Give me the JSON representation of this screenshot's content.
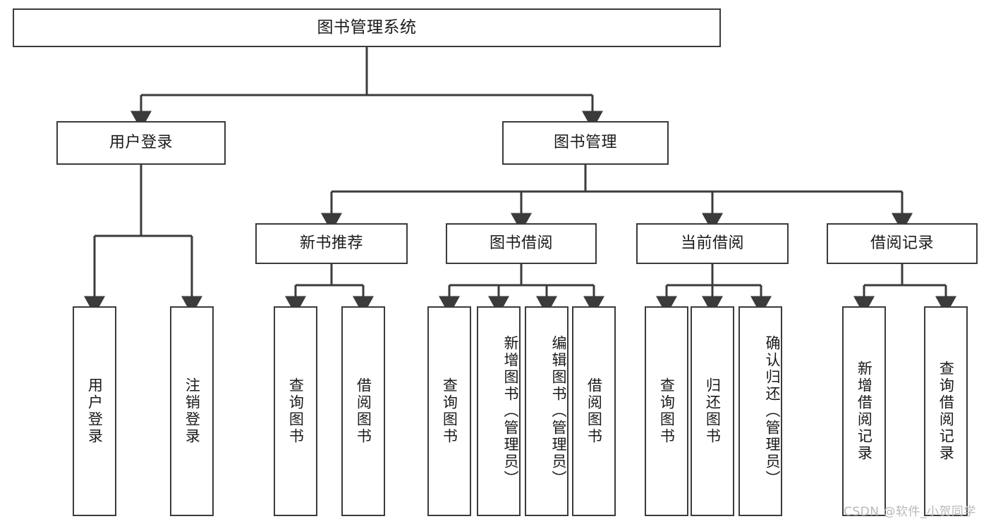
{
  "diagram": {
    "type": "tree",
    "title": "图书管理系统",
    "watermark": "CSDN @软件_小贺同学",
    "colors": {
      "stroke": "#3b3b3b",
      "fill": "#ffffff",
      "text": "#1a1a1a",
      "watermark": "#b8b8b8"
    },
    "nodes": {
      "root": {
        "label": "图书管理系统"
      },
      "level2": [
        {
          "label": "用户登录"
        },
        {
          "label": "图书管理"
        }
      ],
      "level3": [
        {
          "label": "新书推荐"
        },
        {
          "label": "图书借阅"
        },
        {
          "label": "当前借阅"
        },
        {
          "label": "借阅记录"
        }
      ],
      "leaves": {
        "user_login": [
          {
            "label": "用户登录"
          },
          {
            "label": "注销登录"
          }
        ],
        "new_book": [
          {
            "label": "查询图书"
          },
          {
            "label": "借阅图书"
          }
        ],
        "book_borrow": [
          {
            "label": "查询图书"
          },
          {
            "label": "新增图书（管理员）"
          },
          {
            "label": "编辑图书（管理员）"
          },
          {
            "label": "借阅图书"
          }
        ],
        "current_borrow": [
          {
            "label": "查询图书"
          },
          {
            "label": "归还图书"
          },
          {
            "label": "确认归还（管理员）"
          }
        ],
        "borrow_record": [
          {
            "label": "新增借阅记录"
          },
          {
            "label": "查询借阅记录"
          }
        ]
      }
    }
  }
}
